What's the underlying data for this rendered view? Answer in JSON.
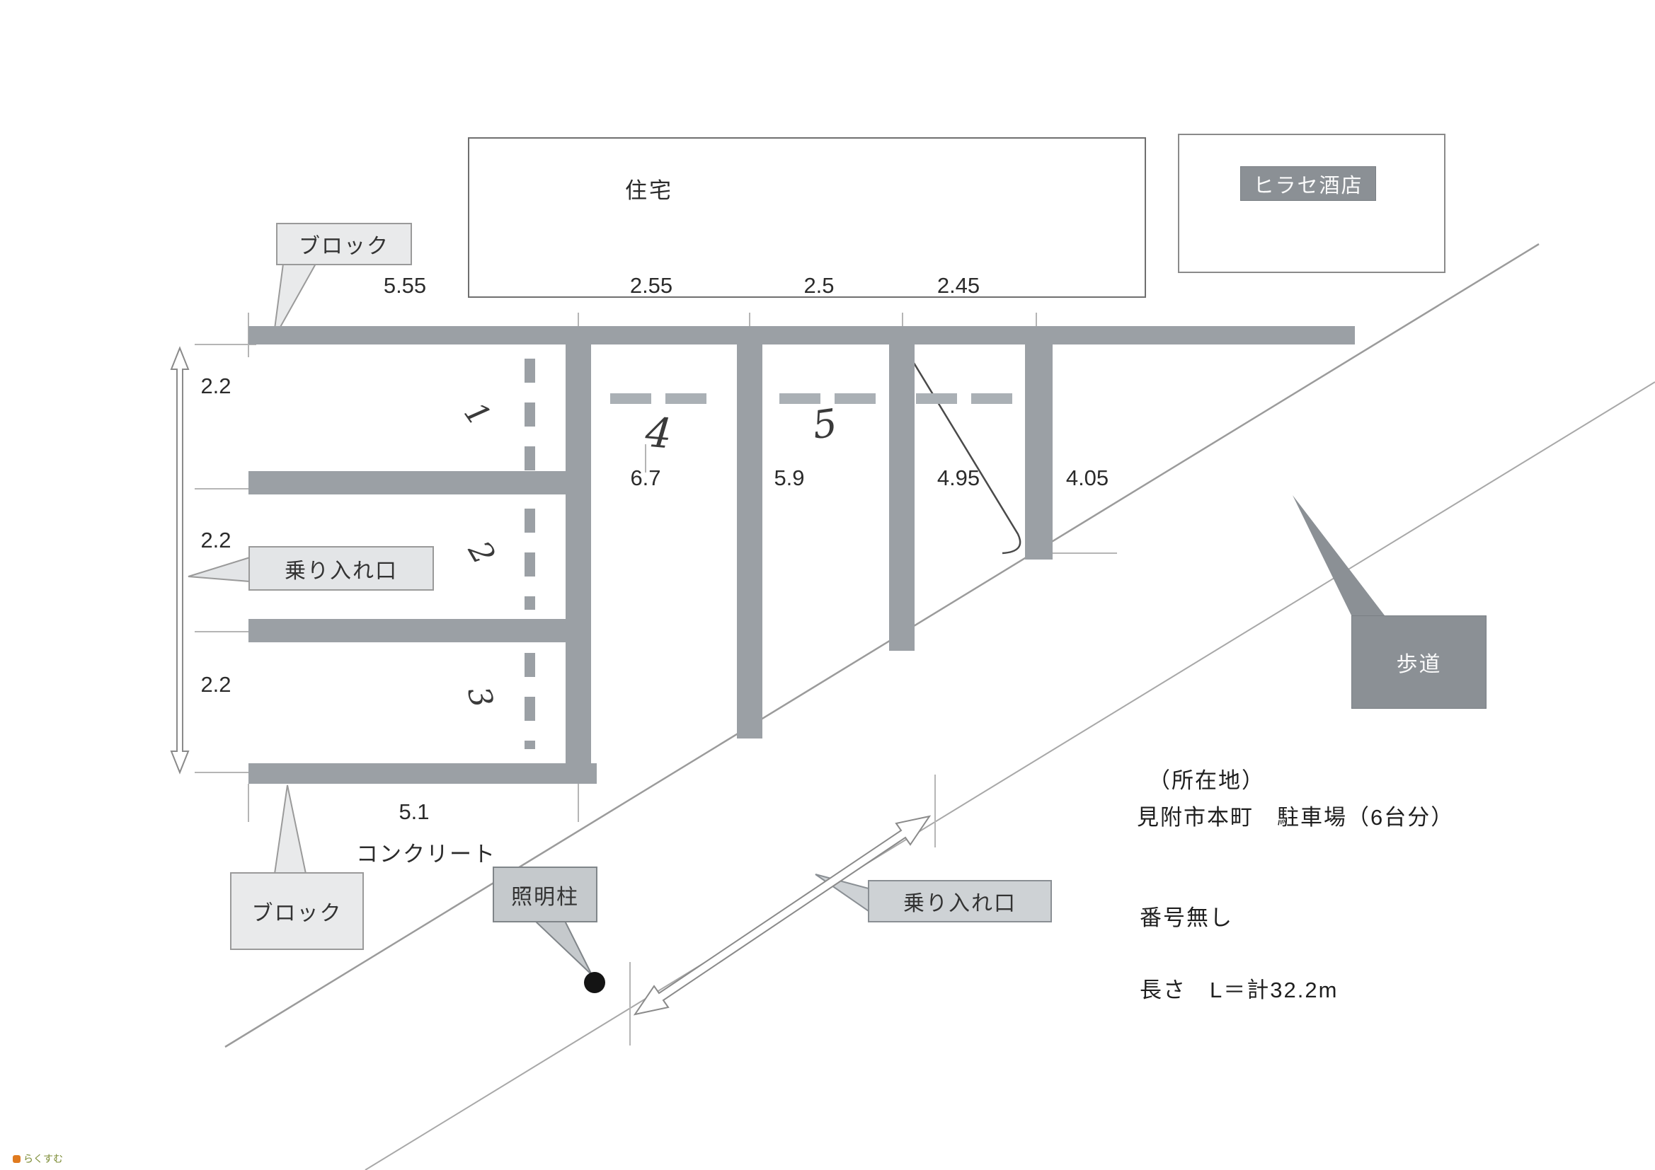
{
  "plan": {
    "residence_label": "住宅",
    "hirase_label": "ヒラセ酒店",
    "sidewalk_label": "歩道",
    "block_label_top": "ブロック",
    "block_label_bottom": "ブロック",
    "entrance_label_left": "乗り入れ口",
    "entrance_label_bottom": "乗り入れ口",
    "light_pole_label": "照明柱",
    "concrete_label": "コンクリート",
    "dims_top": [
      "5.55",
      "2.55",
      "2.5",
      "2.45"
    ],
    "dims_left": [
      "2.2",
      "2.2",
      "2.2"
    ],
    "dims_mid": [
      "6.7",
      "5.9",
      "4.95",
      "4.05"
    ],
    "dim_bottom": "5.1",
    "space_numbers": [
      "1",
      "2",
      "3",
      "4",
      "5"
    ]
  },
  "info": {
    "location_heading": "（所在地）",
    "location_value": "見附市本町　駐車場（6台分）",
    "number_note": "番号無し",
    "length_note": "長さ　L＝計32.2m"
  },
  "footer": {
    "logo_text": "らくすむ"
  },
  "colors": {
    "bar": "#9ba0a5",
    "dark_label": "#8b9095",
    "light_label": "#e9eaeb",
    "road_line": "#9b9b9b"
  }
}
